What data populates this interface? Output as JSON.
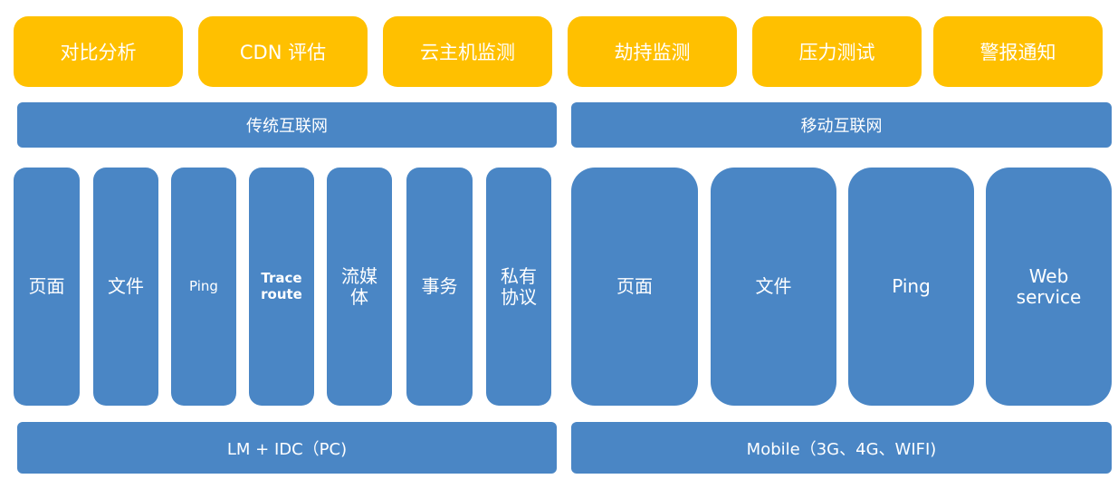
{
  "top_row": [
    "对比分析",
    "CDN 评估",
    "云主机监测",
    "劫持监测",
    "压力测试",
    "警报通知"
  ],
  "left_header": "传统互联网",
  "right_header": "移动互联网",
  "left_columns": [
    "页面",
    "文件",
    "Ping",
    "Trace\nroute",
    "流媒\n体",
    "事务",
    "私有\n协议"
  ],
  "right_columns": [
    "页面",
    "文件",
    "Ping",
    "Web\nservice"
  ],
  "left_footer": "LM + IDC（PC)",
  "right_footer": "Mobile（3G、4G、WIFI)",
  "colors": {
    "accent_yellow": "#ffc000",
    "block_blue": "#4a86c5"
  }
}
